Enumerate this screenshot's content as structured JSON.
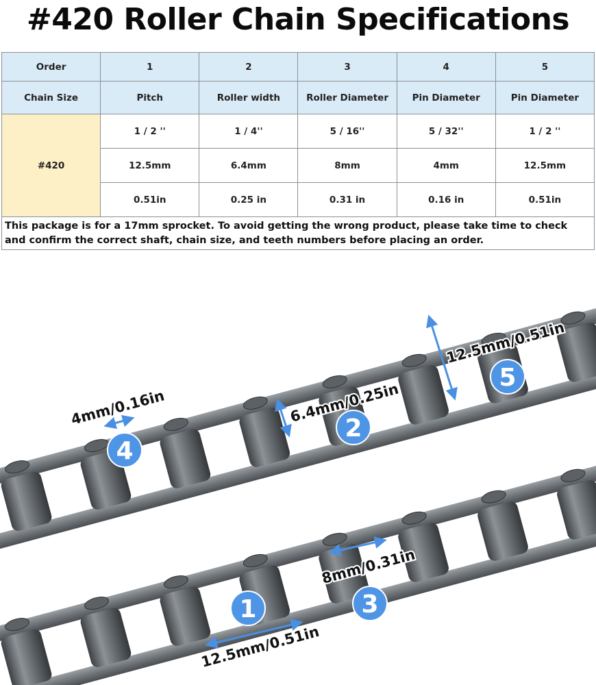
{
  "title": "#420 Roller Chain Specifications",
  "table": {
    "order_label": "Order",
    "orders": [
      "1",
      "2",
      "3",
      "4",
      "5"
    ],
    "chain_size_label": "Chain Size",
    "headers": [
      "Pitch",
      "Roller width",
      "Roller Diameter",
      "Pin Diameter",
      "Pin Diameter"
    ],
    "chain_size": "#420",
    "rows": [
      [
        "1 / 2 ''",
        "1 / 4''",
        "5 / 16''",
        "5 / 32''",
        "1 / 2 ''"
      ],
      [
        "12.5mm",
        "6.4mm",
        "8mm",
        "4mm",
        "12.5mm"
      ],
      [
        "0.51in",
        "0.25 in",
        "0.31 in",
        "0.16 in",
        "0.51in"
      ]
    ],
    "note": "This package is for a 17mm sprocket. To avoid getting the wrong product, please take time to check and confirm the correct shaft, chain size, and teeth numbers before placing an order."
  },
  "annotations": [
    {
      "number": "1",
      "label": "12.5mm/0.51in"
    },
    {
      "number": "2",
      "label": "6.4mm/0.25in"
    },
    {
      "number": "3",
      "label": "8mm/0.31in"
    },
    {
      "number": "4",
      "label": "4mm/0.16in"
    },
    {
      "number": "5",
      "label": "12.5mm/0.51in"
    }
  ],
  "colors": {
    "header_bg": "#d9ebf7",
    "size_cell_bg": "#fdf0c6",
    "badge": "#4f95e6",
    "arrow": "#4a90e2"
  }
}
